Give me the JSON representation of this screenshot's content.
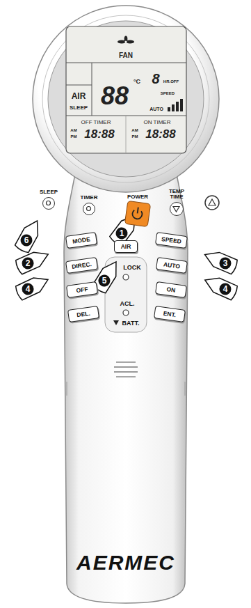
{
  "diagram": {
    "nodes": [
      {
        "text": [
          "SLEEP"
        ]
      },
      {
        "text": [
          "TIMER"
        ]
      },
      {
        "text": [
          "POWER"
        ]
      },
      {
        "text": [
          "TEMP TIME"
        ]
      },
      {
        "text": [
          "MODE"
        ]
      },
      {
        "text": [
          "AIR"
        ]
      },
      {
        "text": [
          "SPEED"
        ]
      },
      {
        "text": [
          "DIREC."
        ]
      },
      {
        "text": [
          "AUTO"
        ]
      },
      {
        "text": [
          "OFF"
        ]
      },
      {
        "text": [
          "ON"
        ]
      },
      {
        "text": [
          "DEL."
        ]
      },
      {
        "text": [
          "ENT."
        ]
      }
    ],
    "labels": [
      "FAN",
      "°C",
      "8",
      "HR.OFF",
      "AIR",
      "SLEEP",
      "88",
      "SPEED",
      "AUTO",
      "OFF TIMER",
      "ON TIMER",
      "AM",
      "PM",
      "18:88",
      "AM",
      "PM",
      "18:88",
      "LOCK",
      "ACL.",
      "BATT.",
      "AERMEC",
      "1",
      "2",
      "3",
      "4",
      "5",
      "4",
      "6"
    ]
  }
}
